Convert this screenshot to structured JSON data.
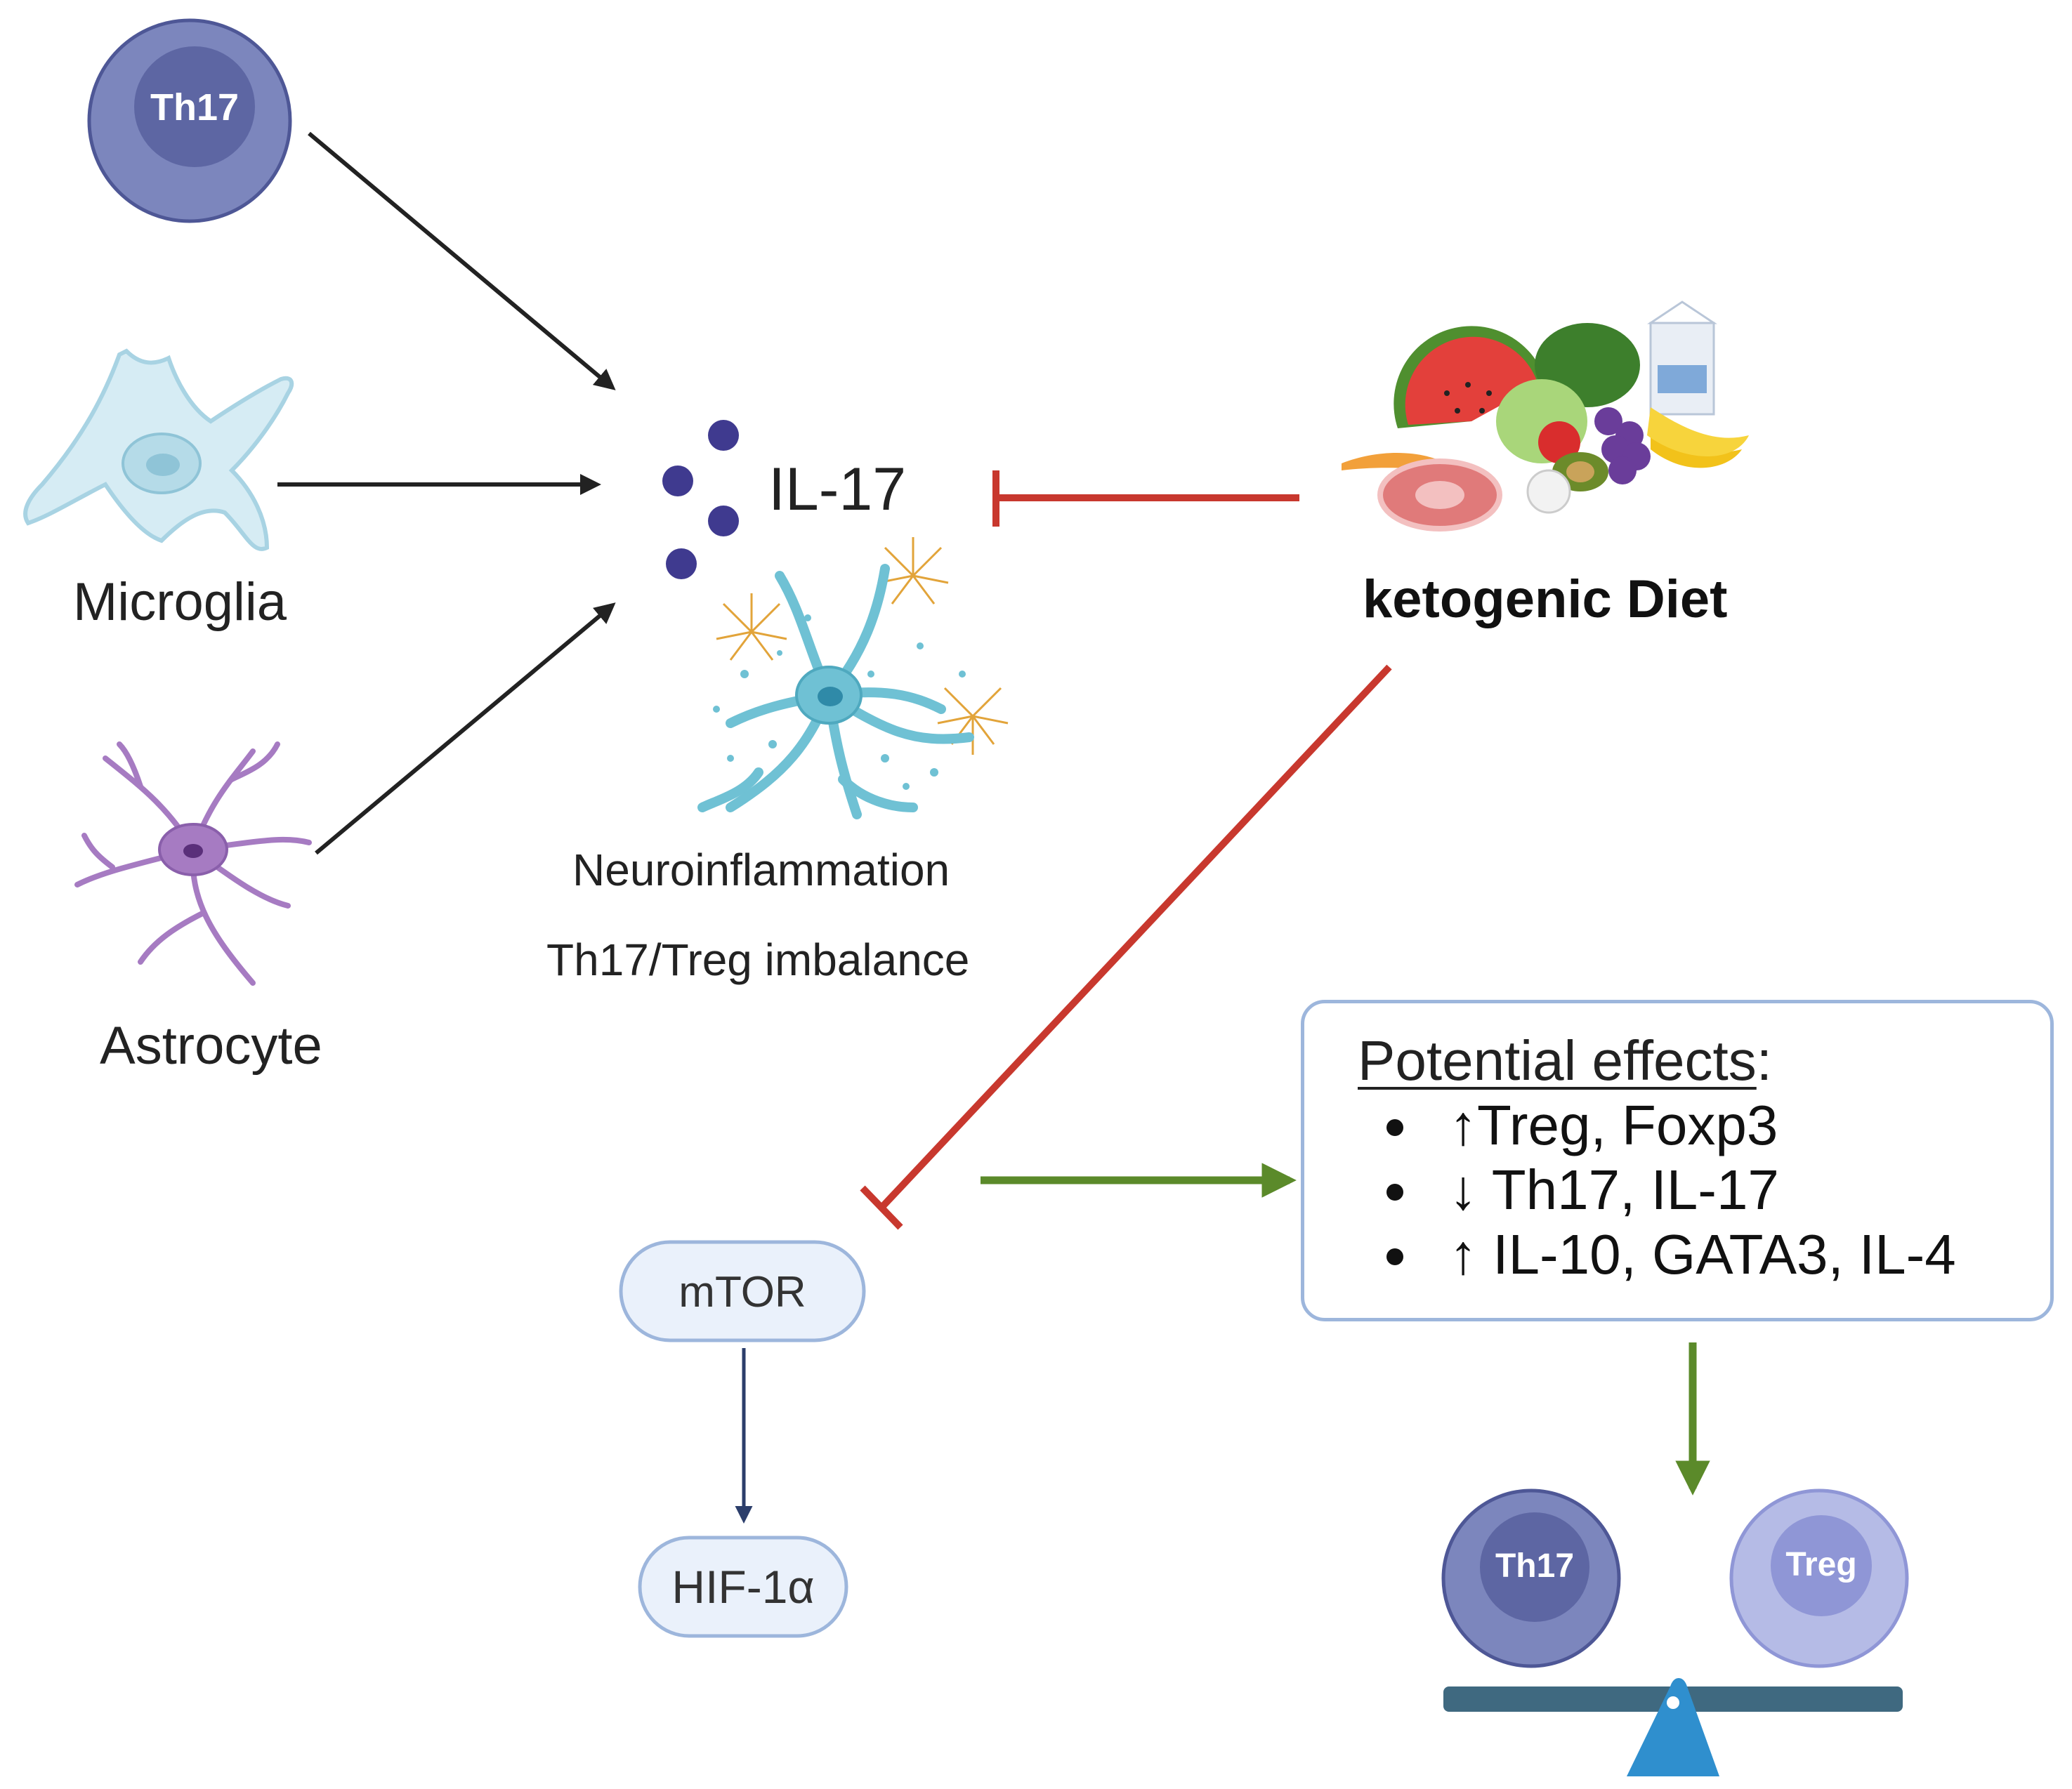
{
  "cells": {
    "th17_top": "Th17",
    "microglia": "Microglia",
    "astrocyte": "Astrocyte"
  },
  "center": {
    "cytokine": "IL-17",
    "neuroinflammation": "Neuroinflammation",
    "imbalance": "Th17/Treg imbalance"
  },
  "diet": {
    "label": "ketogenic Diet"
  },
  "pathway": {
    "mtor": "mTOR",
    "hif": "HIF-1α"
  },
  "effects": {
    "title": "Potential effects",
    "title_suffix": ":",
    "items": [
      "↑Treg, Foxp3",
      "↓ Th17, IL-17",
      "↑ IL-10, GATA3, IL-4"
    ]
  },
  "balance": {
    "left": "Th17",
    "right": "Treg"
  },
  "colors": {
    "activation_arrow": "#222222",
    "inhibition": "#c8382e",
    "positive_arrow": "#5b8a2a",
    "pathway_arrow": "#2c3e6b",
    "th17_outer": "#7c86bd",
    "th17_inner": "#5d66a3",
    "treg_outer": "#b5bbe6",
    "treg_inner": "#8f96d6",
    "cytokine_dots": "#3f3a8f",
    "microglia": "#d6ecf4",
    "astrocyte": "#a67bc2",
    "neuron": "#6fc1d4",
    "node_fill": "#eaf1fb",
    "node_border": "#9db6dc",
    "scale_beam": "#3f6980",
    "scale_fulcrum": "#2f8fce"
  },
  "icons": [
    "th17-cell-icon",
    "microglia-icon",
    "astrocyte-icon",
    "neuron-inflammation-icon",
    "food-group-icon",
    "balance-scale-icon"
  ]
}
